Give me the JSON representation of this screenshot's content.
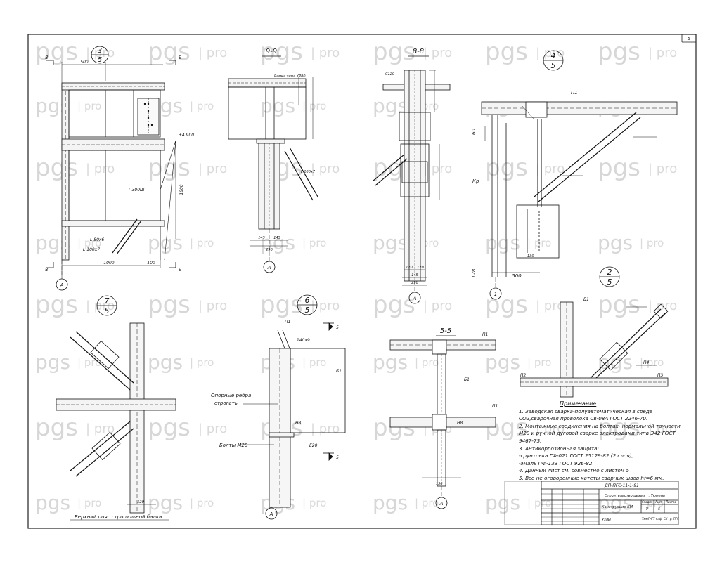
{
  "sheet": {
    "number": "5",
    "watermark_brand": "pgs",
    "watermark_suffix": "pro"
  },
  "views": {
    "v35": {
      "num": "3",
      "den": "5"
    },
    "v99": {
      "title": "9-9",
      "note": "Рамка типа КР80"
    },
    "v88": {
      "title": "8-8",
      "profile": "С120"
    },
    "v45": {
      "num": "4",
      "den": "5"
    },
    "v75": {
      "num": "7",
      "den": "5",
      "caption": "Верхний пояс стропильной балки"
    },
    "v65": {
      "num": "6",
      "den": "5",
      "rib": "Опорные ребра",
      "rib2": "строгать",
      "bolts": "Болты М20",
      "plate": "140х9"
    },
    "v55": {
      "title": "5-5"
    },
    "v25": {
      "num": "2",
      "den": "5"
    }
  },
  "dims": {
    "d500": "500",
    "d1000": "1000",
    "d100": "100",
    "d1800": "1800",
    "d4900": "+4.900",
    "d145a": "145",
    "d145b": "145",
    "d290a": "290",
    "d290b": "290",
    "d120a": "120",
    "d120b": "120",
    "d130": "130",
    "d60": "60",
    "d128": "128",
    "d500b": "500"
  },
  "marks": {
    "axisA": "А",
    "axis1": "1",
    "s8": "8",
    "s9": "9",
    "s5": "5",
    "p1": "П1",
    "b1": "Б1",
    "kr": "Кр",
    "t300": "Т 300Ш",
    "l100": "L 100х7",
    "l80": "L 80х6",
    "f20": "Е20",
    "n8": "Н8",
    "p2": "П2",
    "p3": "П3",
    "p4": "П4"
  },
  "notes": {
    "heading": "Примечание",
    "lines": [
      "1. Заводская сварка-полуавтоматическая в среде",
      "   СО2,сварочная проволока Св-08А ГОСТ 2246-70.",
      "2. Монтажные соединения на болтах- нормальной точности",
      "   М20 и ручной дуговой сварке электродами типа Э42 ГОСТ",
      "   9467-75.",
      "3. Антикоррозионная защита:",
      "   -грунтовка ГФ-021 ГОСТ 25129-82 (2 слоя);",
      "   -эмаль ПФ-133 ГОСТ 926-82.",
      "4. Данный лист см. совместно с листом 5",
      "5. Все не оговоренные катеты сварных швов hf=6 мм."
    ]
  },
  "stamp": {
    "code": "ДП-ПГС-11-1-91",
    "row1": "Строительство цеха в г. Тюмень",
    "row2": "Конструкции КМ",
    "row3": "Узлы",
    "stage": "Стадия",
    "sheet": "Лист",
    "sheets": "Листов",
    "stage_val": "У",
    "sheet_val": "5",
    "org": "ТюмГНГУ каф. СК гр. ПГС"
  }
}
